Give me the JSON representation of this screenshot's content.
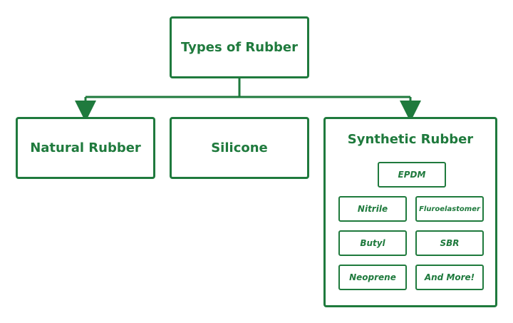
{
  "diagram": {
    "root": {
      "label": "Types of Rubber"
    },
    "children": [
      {
        "label": "Natural Rubber"
      },
      {
        "label": "Silicone"
      },
      {
        "label": "Synthetic Rubber",
        "subtypes": [
          "EPDM",
          "Nitrile",
          "Fluroelastomer",
          "Butyl",
          "SBR",
          "Neoprene",
          "And More!"
        ]
      }
    ],
    "colors": {
      "stroke": "#1f7a3d",
      "text": "#1f7a3d",
      "background": "#ffffff"
    }
  }
}
